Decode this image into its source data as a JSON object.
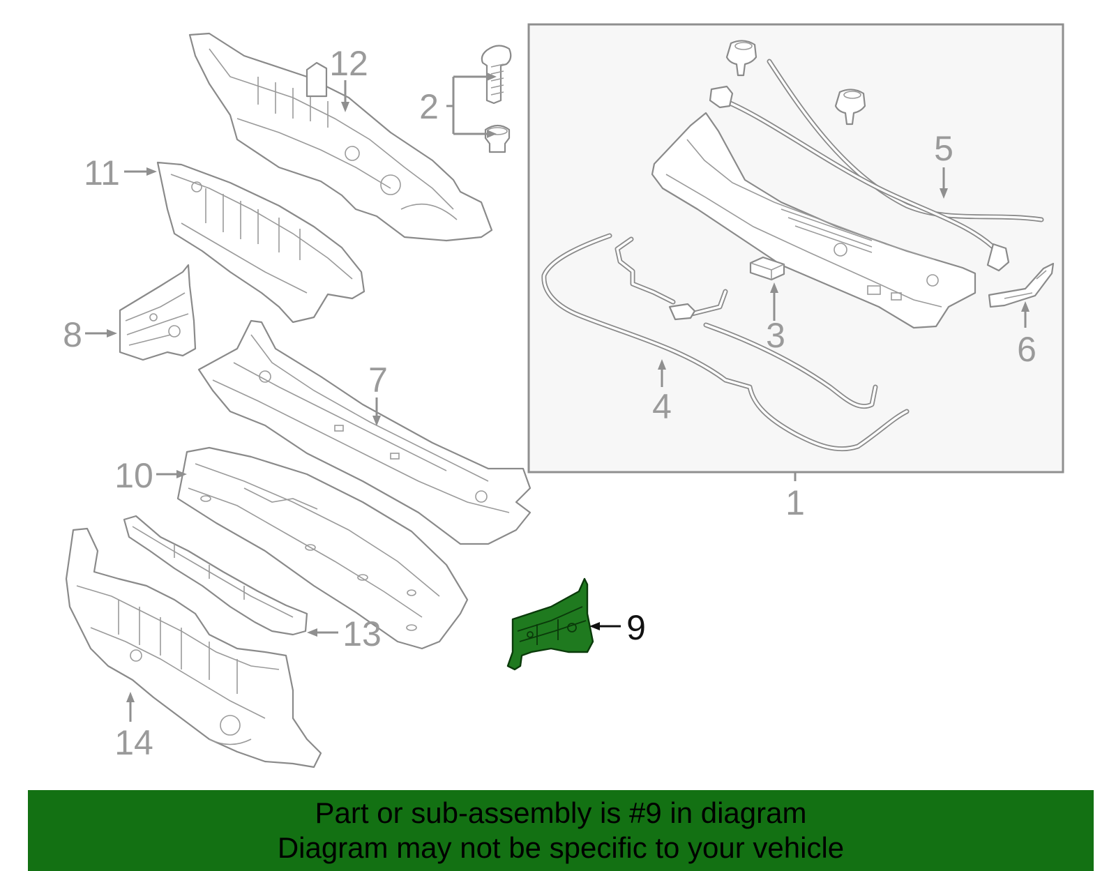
{
  "colors": {
    "banner_background": "#137113",
    "highlight_part": "#1f7a1f",
    "outline": "#8a8a8a",
    "callout_text": "#9a9a9a",
    "highlight_callout_text": "#111111",
    "box_background": "#f7f7f7"
  },
  "diagram": {
    "highlighted_part": "9",
    "callouts": {
      "c1": "1",
      "c2": "2",
      "c3": "3",
      "c4": "4",
      "c5": "5",
      "c6": "6",
      "c7": "7",
      "c8": "8",
      "c9": "9",
      "c10": "10",
      "c11": "11",
      "c12": "12",
      "c13": "13",
      "c14": "14"
    }
  },
  "banner": {
    "line1": "Part or sub-assembly is #9 in diagram",
    "line2": "Diagram may not be specific to your vehicle"
  }
}
